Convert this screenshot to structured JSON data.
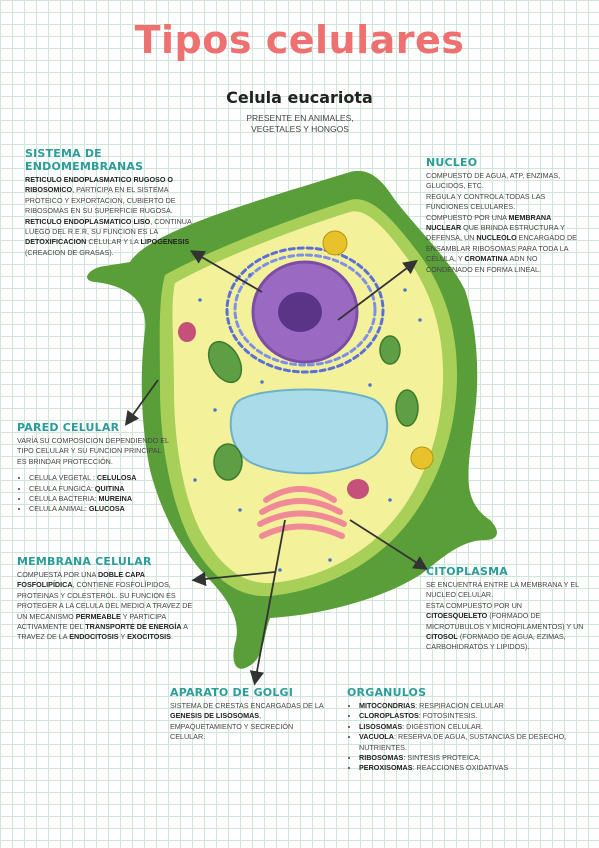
{
  "title": "Tipos celulares",
  "subtitle": "Celula eucariota",
  "subnote": "PRESENTE EN ANIMALES, VEGETALES Y HONGOS",
  "endomembranas": {
    "heading": "SISTEMA DE  ENDOMEMBRANAS",
    "p1_a": "RETICULO ENDOPLASMATICO RUGOSO O RIBOSOMICO",
    "p1_b": ", PARTICIPA EN EL SISTEMA PROTEICO Y EXPORTACION, CUBIERTO DE RIBOSOMAS EN SU SUPERFICIE RUGOSA.",
    "p2_a": "RETICULO ENDOPLASMATICO LISO",
    "p2_b": ", CONTINUA LUEGO DEL R.E.R, SU FUNCION ES LA ",
    "p2_c": "DETOXIFICACION",
    "p2_d": " CELULAR Y LA ",
    "p2_e": "LIPOGENESIS",
    "p2_f": " (CREACION DE GRASAS)."
  },
  "nucleo": {
    "heading": "NUCLEO",
    "p1": "COMPUESTO DE AGUA, ATP, ENZIMAS, GLUCIDOS, ETC.",
    "p2": "REGULA Y CONTROLA TODAS LAS FUNCIONES CELULARES.",
    "p3_a": "COMPUESTO POR UNA ",
    "p3_b": "MEMBRANA NUCLEAR",
    "p3_c": " QUE BRINDA ESTRUCTURA Y DEFENSA, UN ",
    "p3_d": "NUCLEOLO",
    "p3_e": " ENCARGADO DE ENSAMBLAR RIBOSOMAS PARA TODA LA CÉLULA, Y ",
    "p3_f": "CROMATINA",
    "p3_g": " ADN NO CONDENADO EN FORMA LINEAL."
  },
  "pared": {
    "heading": "PARED CELULAR",
    "p1": "VARÍA SU COMPOSICION DEPENDIENDO EL TIPO CELULAR Y SU FUNCION PRINCIPAL ES BRINDAR PROTECCIÓN.",
    "items": [
      {
        "label": "CELULA VEGETAL : ",
        "value": "CELULOSA"
      },
      {
        "label": "CELULA FUNGICA: ",
        "value": "QUITINA"
      },
      {
        "label": "CELULA BACTERIA: ",
        "value": "MUREINA"
      },
      {
        "label": "CELULA ANIMAL: ",
        "value": "GLUCOSA"
      }
    ]
  },
  "membrana": {
    "heading": "MEMBRANA CELULAR",
    "p_a": "COMPUESTA POR UNA ",
    "p_b": "DOBLE CAPA FOSFOLIPÍDICA",
    "p_c": ", CONTIENE FOSFOLÍPIDOS, PROTEINAS Y COLESTEROL. SU FUNCION ES PROTEGER A LA CELULA DEL MEDIO A TRAVEZ DE UN MECANISMO ",
    "p_d": "PERMEABLE",
    "p_e": " Y PARTICIPA ACTIVAMENTE DEL ",
    "p_f": "TRANSPORTE DE ENERGÍA",
    "p_g": " A TRAVEZ DE LA ",
    "p_h": "ENDOCITOSIS",
    "p_i": " Y ",
    "p_j": "EXOCITOSIS",
    "p_k": "."
  },
  "citoplasma": {
    "heading": "CITOPLASMA",
    "p1": "SE ENCUENTRA ENTRE LA MEMBRANA Y EL NUCLEO CELULAR.",
    "p2_a": "ESTA COMPUESTO POR UN ",
    "p2_b": "CITOESQUELETO",
    "p2_c": " (FORMADO DE MICROTUBULOS Y MICROFILAMENTOS) Y UN ",
    "p2_d": "CITOSOL",
    "p2_e": " (FORMADO DE AGUA, EZIMAS, CARBOHIDRATOS Y LIPIDOS)."
  },
  "golgi": {
    "heading": "APARATO DE GOLGI",
    "p_a": "SISTEMA DE CRESTAS ENCARGADAS DE LA ",
    "p_b": "GENESIS DE LISOSOMAS",
    "p_c": ", EMPAQUETAMIENTO Y SECRECIÓN CELULAR."
  },
  "organulos": {
    "heading": "ORGANULOS",
    "items": [
      {
        "label": "MITOCONDRIAS",
        "value": ": RESPIRACION CELULAR"
      },
      {
        "label": "CLOROPLASTOS",
        "value": ": FOTOSINTESIS."
      },
      {
        "label": "LISOSOMAS",
        "value": ": DIGESTION CELULAR."
      },
      {
        "label": "VACUOLA",
        "value": ": RESERVA DE AGUA, SUSTANCIAS DE DESECHO, NUTRIENTES."
      },
      {
        "label": "RIBOSOMAS",
        "value": ": SINTESIS PROTEICA."
      },
      {
        "label": "PEROXISOMAS",
        "value": ": REACCIONES OXIDATIVAS"
      }
    ]
  },
  "colors": {
    "title": "#ee7070",
    "heading": "#2a9d9a",
    "wall": "#5a9e3a",
    "cytoplasm": "#f4f19b",
    "nucleus": "#9a6ac2",
    "vacuole": "#a9dbe8",
    "golgi": "#f08a96",
    "chloroplast": "#5e9e45"
  }
}
